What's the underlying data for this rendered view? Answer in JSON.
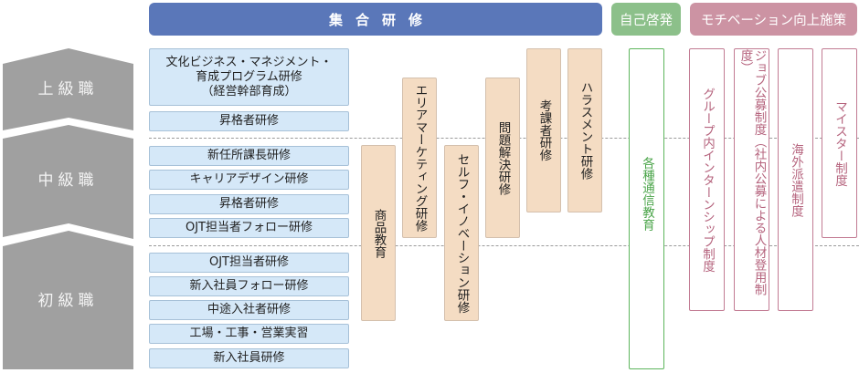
{
  "levels": [
    {
      "label": "上級職"
    },
    {
      "label": "中級職"
    },
    {
      "label": "初級職"
    }
  ],
  "headers": {
    "group_training": "集合研修",
    "self_development": "自己啓発",
    "motivation": "モチベーション向上施策"
  },
  "group_training": {
    "level_courses": [
      "文化ビジネス・マネジメント・\n育成プログラム研修\n（経営幹部育成）",
      "昇格者研修",
      "新任所課長研修",
      "キャリアデザイン研修",
      "昇格者研修",
      "OJT担当者フォロー研修",
      "OJT担当者研修",
      "新入社員フォロー研修",
      "中途入社者研修",
      "工場・工事・営業実習",
      "新入社員研修"
    ],
    "cross_courses": [
      "商品教育",
      "エリアマーケティング研修",
      "セルフ・イノベーション研修",
      "問題解決研修",
      "考課者研修",
      "ハラスメント研修"
    ]
  },
  "self_development": {
    "items": [
      "各種通信教育"
    ]
  },
  "motivation": {
    "items": [
      "グループ内インターンシップ制度",
      "ジョブ公募制度（社内公募による人材登用制度）",
      "海外派遣制度",
      "マイスター制度"
    ]
  },
  "colors": {
    "group_training": "#5a77b9",
    "self_development": "#8cc08a",
    "motivation": "#cc93a3",
    "level_course_fill": "#d5e8f8",
    "cross_course_fill": "#f4dcc3",
    "level_chevron": "#a0a0a0"
  }
}
